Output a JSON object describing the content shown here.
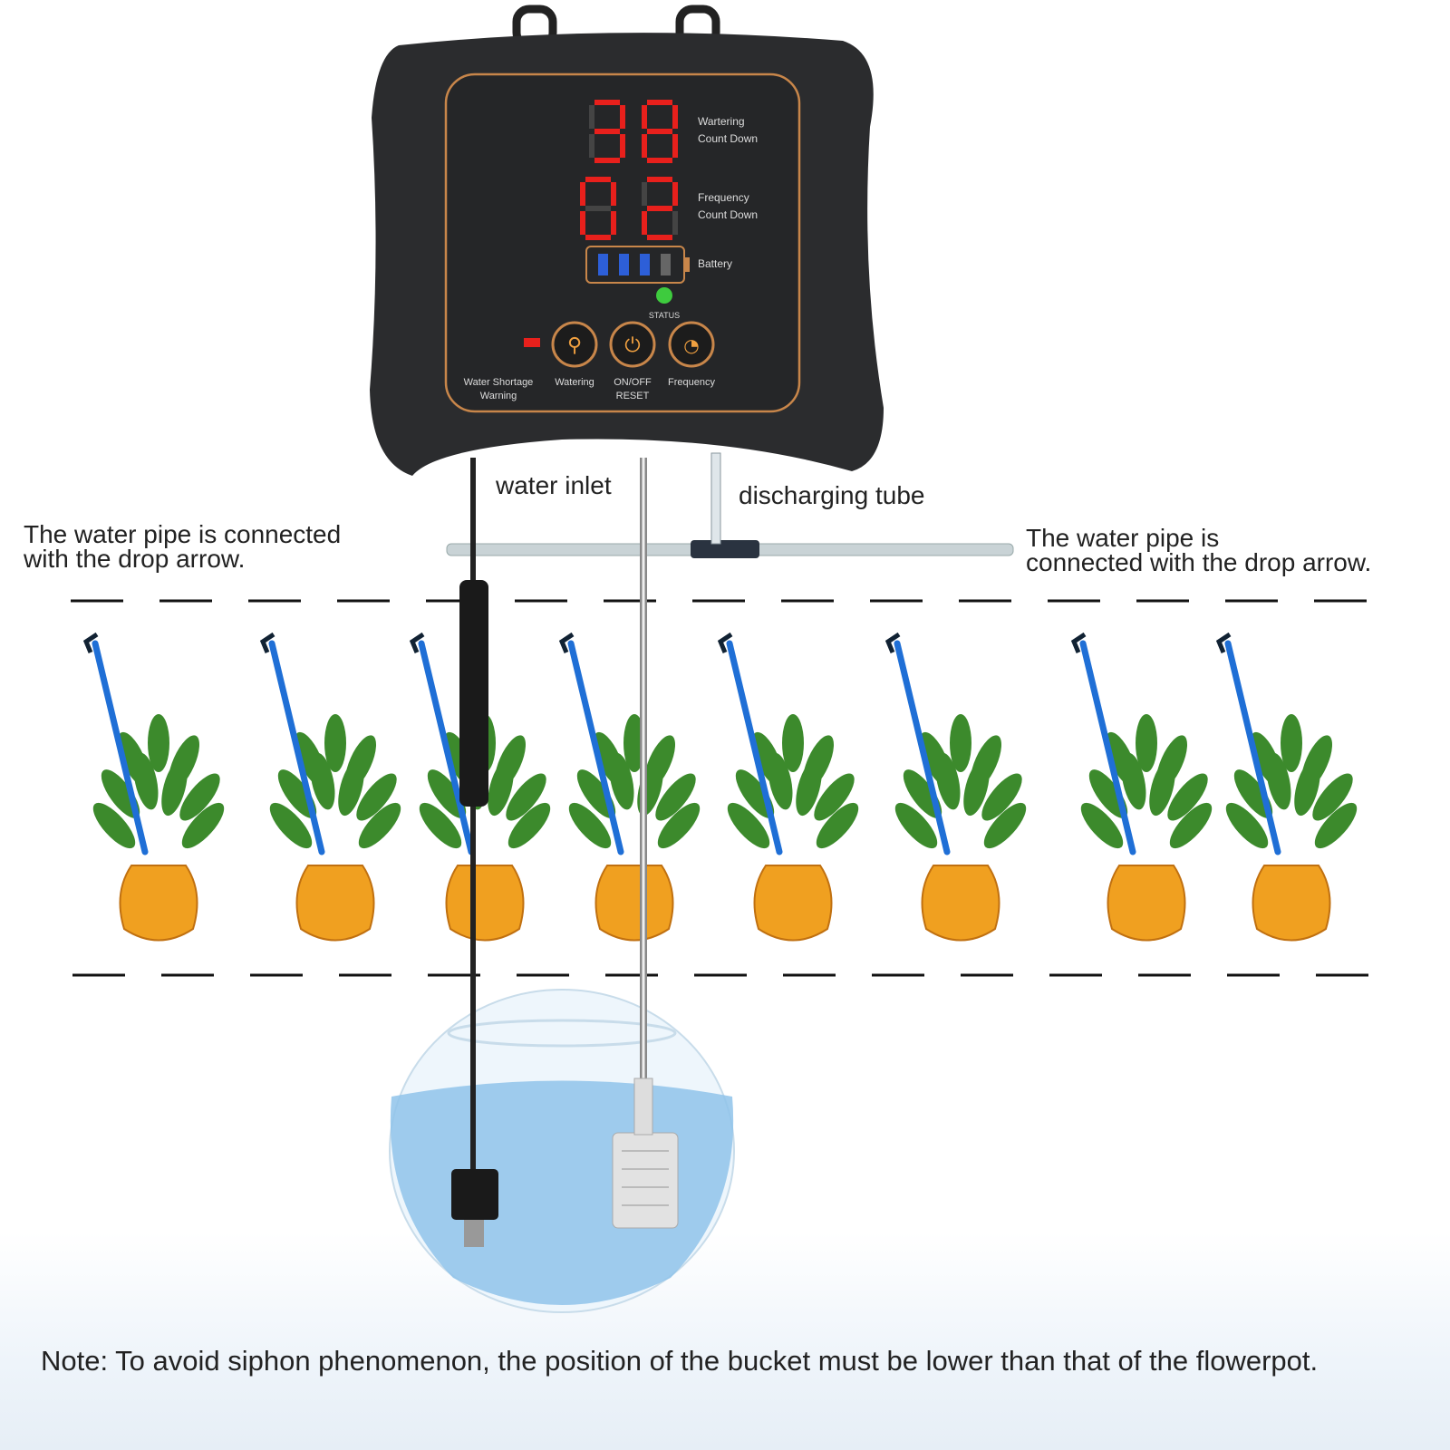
{
  "device": {
    "watering_countdown": "38",
    "frequency_countdown": "02",
    "watering_countdown_label": [
      "Wartering",
      "Count Down"
    ],
    "frequency_countdown_label": [
      "Frequency",
      "Count Down"
    ],
    "battery_label": "Battery",
    "battery_level_bars": 3,
    "battery_total_bars": 4,
    "status_label": "STATUS",
    "status_color": "#3ecb3e",
    "buttons": [
      {
        "label": "Watering",
        "icon": "faucet-icon"
      },
      {
        "label": "ON/OFF",
        "label2": "RESET",
        "icon": "power-icon"
      },
      {
        "label": "Frequency",
        "icon": "timer-icon"
      }
    ],
    "warning_label": [
      "Water Shortage",
      "Warning"
    ],
    "display_color": "#e8201c",
    "accent_color": "#c8864a"
  },
  "labels": {
    "water_inlet": "water inlet",
    "discharging_tube": "discharging tube",
    "left_note": [
      "The water pipe is connected",
      "with the drop arrow."
    ],
    "right_note": [
      "The water pipe is",
      "connected with the drop arrow."
    ],
    "bottom_note": "Note: To avoid siphon phenomenon, the position of the bucket must be lower than that of the flowerpot."
  },
  "plants_count": 8,
  "colors": {
    "drip_arrow": "#1f6fd6",
    "pot": "#f0a020",
    "leaf": "#3c8a2c",
    "water": "#8fc3ea"
  }
}
